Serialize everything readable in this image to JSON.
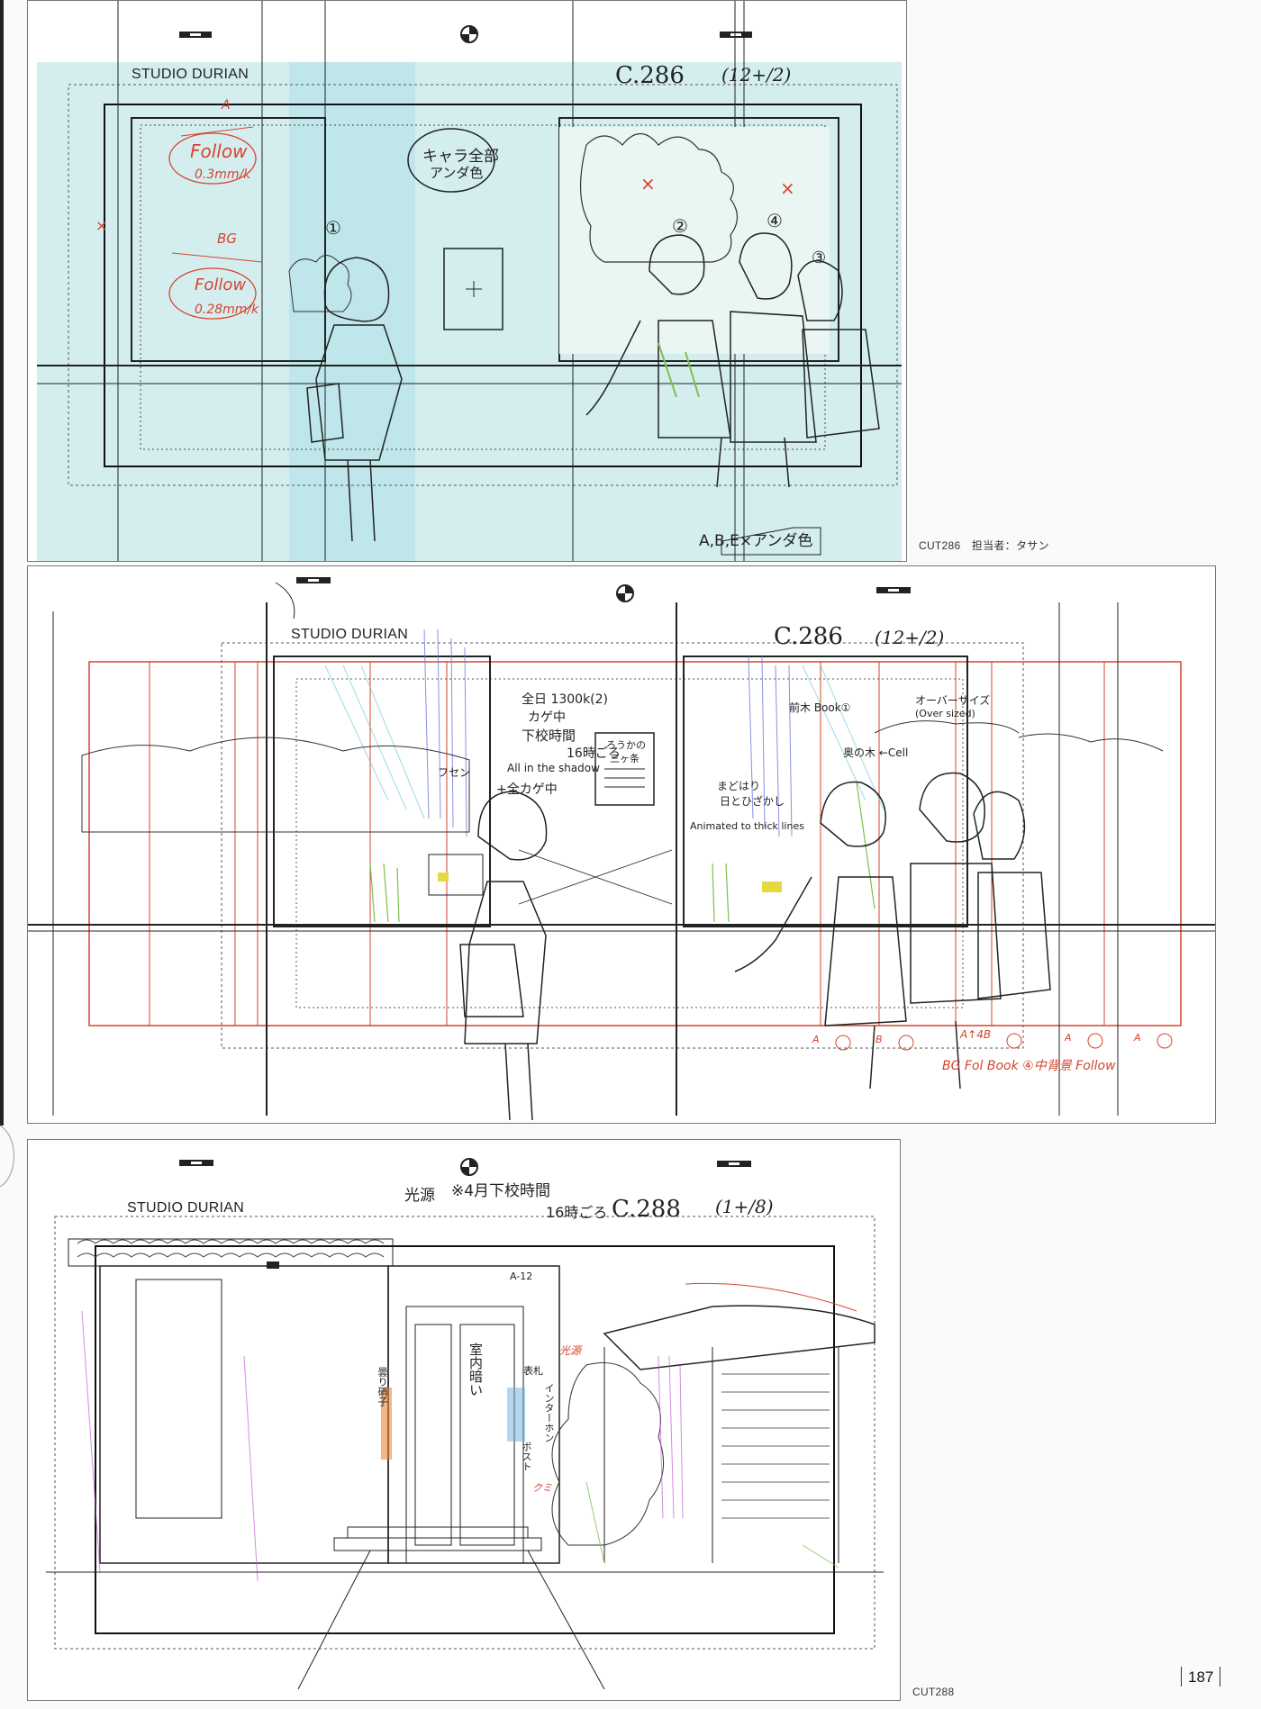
{
  "sheets": [
    {
      "studio": "STUDIO DURIAN",
      "cut": "C.286",
      "sheet_count": "(12+/2)",
      "notes_red": [
        "A",
        "Follow",
        "0.3mm/k",
        "BG",
        "Follow",
        "0.28mm/k"
      ],
      "notes_black": [
        "キャラ全部",
        "アンダ色",
        "A,B,E×アンダ色"
      ],
      "marks": [
        "①",
        "②",
        "③",
        "④"
      ]
    },
    {
      "studio": "STUDIO DURIAN",
      "cut": "C.286",
      "sheet_count": "(12+/2)",
      "notes_black": [
        "全日 1300k(2)",
        "カゲ中",
        "下校時間",
        "16時ごろ",
        "All in the shadow",
        "+全カゲ中",
        "フセン",
        "前木 Book①",
        "オーバーサイズ",
        "(Over sized)",
        "奥の木 ←Cell",
        "まどはり",
        "日とひざかし",
        "Animated to thick lines",
        "ろうかの",
        "三ヶ条"
      ],
      "notes_red": [
        "A",
        "B",
        "A↑4B",
        "A",
        "A",
        "BG Fol Book ④中背景 Follow"
      ]
    },
    {
      "studio": "STUDIO DURIAN",
      "cut": "C.288",
      "sheet_count": "(1+/8)",
      "notes_black": [
        "光源",
        "※4月下校時間",
        "16時ごろ",
        "A-12",
        "曇り硝子",
        "室内暗い",
        "表札",
        "インターホン",
        "ポスト"
      ],
      "notes_red": [
        "光源",
        "クミ"
      ]
    }
  ],
  "captions": {
    "cut286": "CUT286　担当者：タサン",
    "cut288": "CUT288"
  },
  "page_number": "187"
}
